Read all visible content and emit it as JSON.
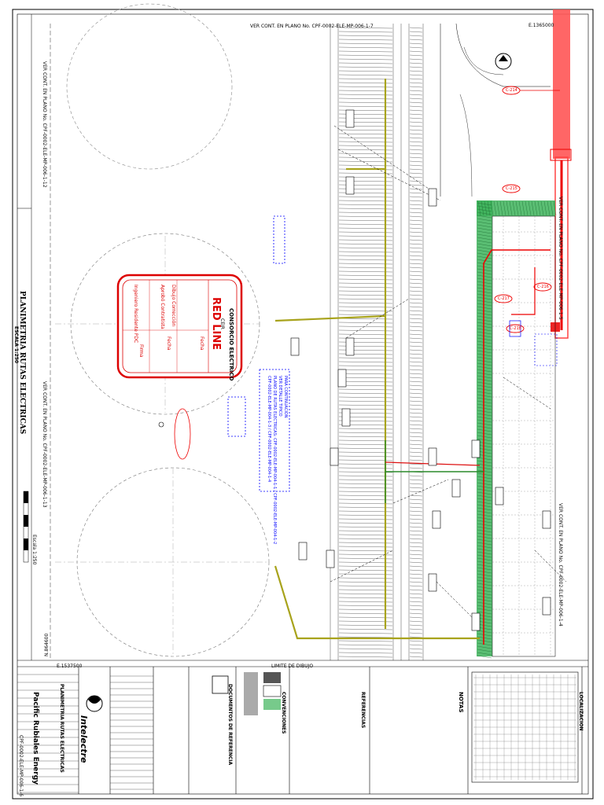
{
  "top_reference": "VER CONT. EN PLANO No. CPF-0002-ELE-MP-006-1-7",
  "coord_e_top": "E.1365000",
  "coord_e_bottom": "E.1537500",
  "coord_n_bottom": "N.864600",
  "left_refs": [
    "VER CONT. EN PLANO No. CPF-0002-ELE-MP-006-1-12",
    "VER CONT. EN PLANO No. CPF-0002-ELE-MP-006-1-13"
  ],
  "right_refs": [
    "VER CONT. EN PLANO No. CPF-0002-ELE-MP-006-1-5",
    "VER CONT. EN PLANO No. CPF-0002-ELE-MP-006-1-4"
  ],
  "title_main": "PLANIMETRIA RUTAS ELECTRICAS",
  "title_scale": "ESCALA 1:250",
  "scale_label": "Escala 1:250",
  "limit_label": "LIMITE DE DIBUJO",
  "stamp": {
    "company": "CONSORCIO ELECTRICO",
    "company_short": "CEIR",
    "title": "RED LINE",
    "fields": [
      "Dibujo Corrección",
      "Aprobó Contratista",
      "Ingeniero Residente PDC"
    ],
    "col_labels": [
      "Fecha",
      "Fecha",
      "Firma"
    ]
  },
  "blue_notes": [
    "PARA CONTINUACION",
    "VER DETALLE TIPICO",
    "PLANO DE RUTAS ELECTRICAS: CPF-0002-ELE-MP-004-1-1 / CPF-0002-ELE-MP-004-1-2",
    "CPF-0002-ELE-MP-004-1-3 / CPF-0002-ELE-MP-004-1-4"
  ],
  "red_tags": [
    "C-214",
    "C-215",
    "C-216",
    "C-217",
    "C-218"
  ],
  "notes_title": "NOTAS",
  "location_title": "LOCALIZACION",
  "references_title": "REFERENCIAS",
  "docs_title": "DOCUMENTOS DE REFERENCIA",
  "legend_title": "CONVENCIONES",
  "contractor": "Intelectre",
  "client": "Pacific Rubiales Energy",
  "project_title": "PLANIMETRIA RUTAS ELECTRICAS",
  "doc_number": "CPF-0002-ELE-MP-006-1-6"
}
